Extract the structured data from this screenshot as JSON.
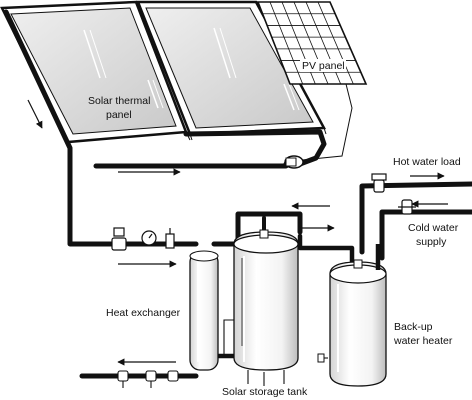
{
  "labels": {
    "solar_thermal_panel_line1": "Solar thermal",
    "solar_thermal_panel_line2": "panel",
    "pv_panel": "PV panel",
    "hot_water_load": "Hot water load",
    "cold_water_line1": "Cold water",
    "cold_water_line2": "supply",
    "heat_exchanger": "Heat exchanger",
    "solar_storage_tank": "Solar storage tank",
    "backup_heater_line1": "Back-up",
    "backup_heater_line2": "water heater"
  },
  "colors": {
    "pipe": "#111111",
    "panel_frame": "#111111",
    "glass": "#d9d9d9",
    "tank_fill": "#ffffff",
    "tank_shade": "#cfcfcf"
  }
}
